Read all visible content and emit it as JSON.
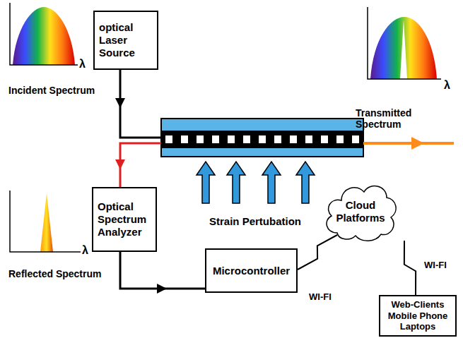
{
  "diagram": {
    "nodes": [
      {
        "text": [
          "optical Laser Source"
        ]
      },
      {
        "text": [
          "Optical Spectrum Analyzer"
        ]
      },
      {
        "text": [
          "Microcontroller"
        ]
      },
      {
        "text": [
          "Cloud Platforms"
        ]
      },
      {
        "text": [
          "Web-Clients Mobile Phone Laptops"
        ]
      }
    ],
    "edges": [
      {
        "from": 0,
        "to": 1,
        "arrow": "to"
      },
      {
        "from": 1,
        "to": 2,
        "arrow": "to"
      },
      {
        "from": 2,
        "to": 3,
        "label": "WI-FI",
        "arrow": "none"
      },
      {
        "from": 3,
        "to": 4,
        "label": "WI-FI",
        "arrow": "none"
      }
    ],
    "labels": [
      "Incident Spectrum",
      "λ",
      "Transmitted Spectrum",
      "λ",
      "Strain Pertubation",
      "λ",
      "Reflected Spectrum"
    ]
  }
}
